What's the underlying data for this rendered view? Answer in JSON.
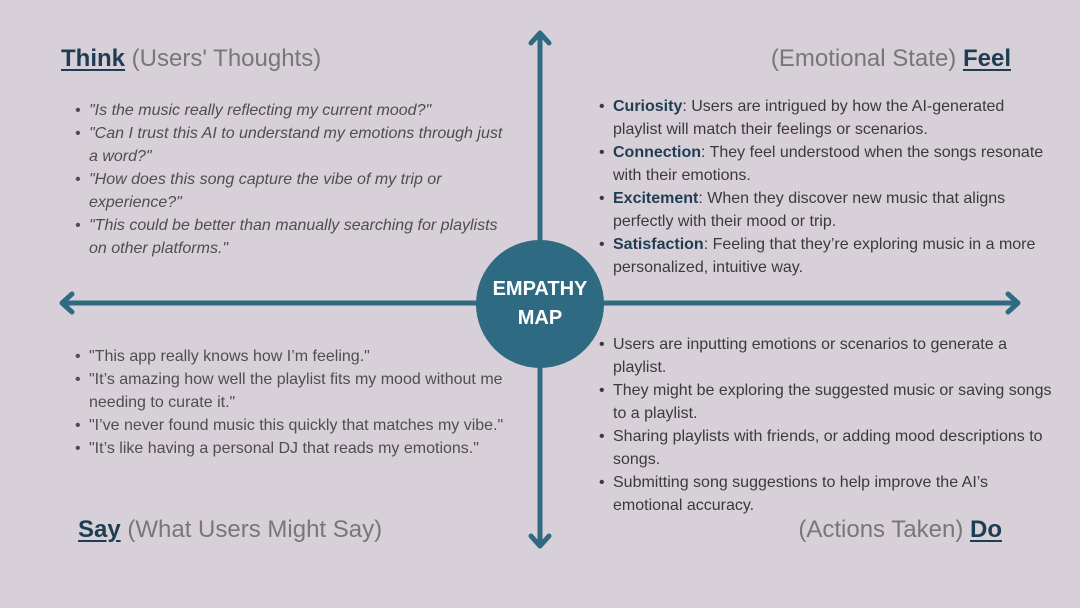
{
  "center": {
    "line1": "EMPATHY",
    "line2": "MAP"
  },
  "think": {
    "key": "Think",
    "sub": "(Users' Thoughts)",
    "items": [
      "\"Is the music really reflecting my current mood?\"",
      "\"Can I trust this AI to understand my emotions through just a word?\"",
      "\"How does this song capture the vibe of my trip or experience?\"",
      "\"This could be better than manually searching for playlists on other platforms.\""
    ]
  },
  "feel": {
    "key": "Feel",
    "sub": "(Emotional State)",
    "items": [
      {
        "term": "Curiosity",
        "text": ": Users are intrigued by how the AI-generated playlist will match their feelings or scenarios."
      },
      {
        "term": "Connection",
        "text": ": They feel understood when the songs resonate with their emotions."
      },
      {
        "term": "Excitement",
        "text": ": When they discover new music that aligns perfectly with their mood or trip."
      },
      {
        "term": "Satisfaction",
        "text": ": Feeling that they’re exploring music in a more personalized, intuitive way."
      }
    ]
  },
  "say": {
    "key": "Say",
    "sub": "(What Users Might Say)",
    "items": [
      "\"This app really knows how I’m feeling.\"",
      "\"It’s amazing how well the playlist fits my mood without me needing to curate it.\"",
      "\"I’ve never found music this quickly that matches my vibe.\"",
      "\"It’s like having a personal DJ that reads my emotions.\""
    ]
  },
  "do": {
    "key": "Do",
    "sub": "(Actions Taken)",
    "items": [
      "Users are inputting emotions or scenarios to generate a playlist.",
      "They might be exploring the suggested music or saving songs to a playlist.",
      "Sharing playlists with friends, or adding mood descriptions to songs.",
      "Submitting song suggestions to help improve the AI’s emotional accuracy."
    ]
  },
  "colors": {
    "background": "#d8d0d8",
    "axis": "#2e6a82",
    "heading": "#1f3d52",
    "muted": "#777777"
  }
}
